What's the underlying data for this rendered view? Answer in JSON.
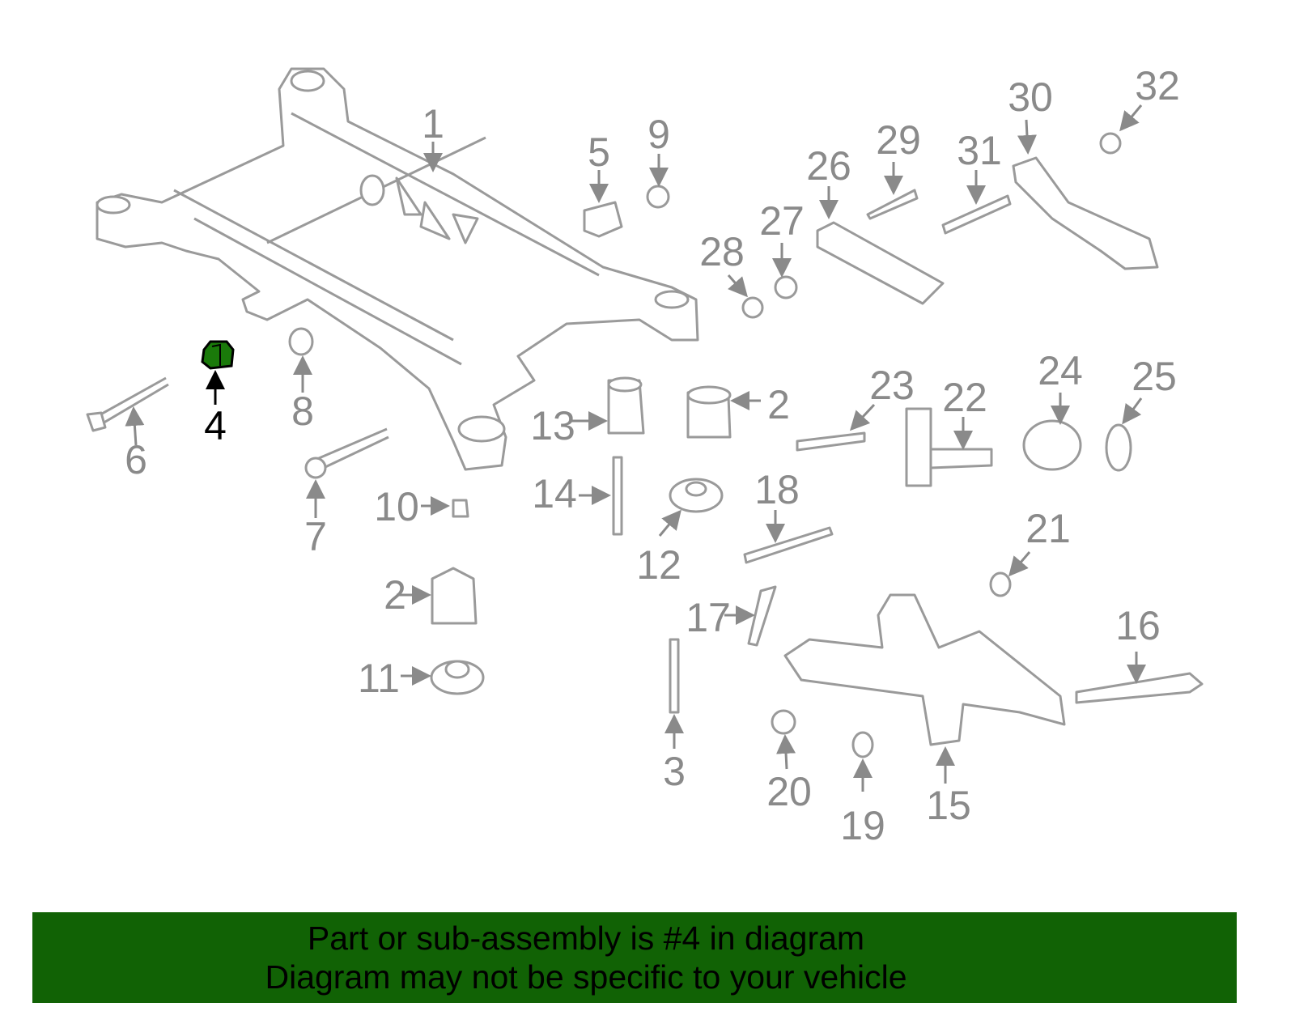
{
  "diagram": {
    "selected_part": "4",
    "highlight_color": "#1a7a0a",
    "callouts": [
      "1",
      "2",
      "2",
      "3",
      "4",
      "5",
      "6",
      "7",
      "8",
      "9",
      "10",
      "11",
      "12",
      "13",
      "14",
      "15",
      "16",
      "17",
      "18",
      "19",
      "20",
      "21",
      "22",
      "23",
      "24",
      "25",
      "26",
      "27",
      "28",
      "29",
      "30",
      "31",
      "32"
    ]
  },
  "banner": {
    "line1": "Part or sub-assembly is #4 in diagram",
    "line2": "Diagram may not be specific to your vehicle",
    "background": "#116205"
  }
}
